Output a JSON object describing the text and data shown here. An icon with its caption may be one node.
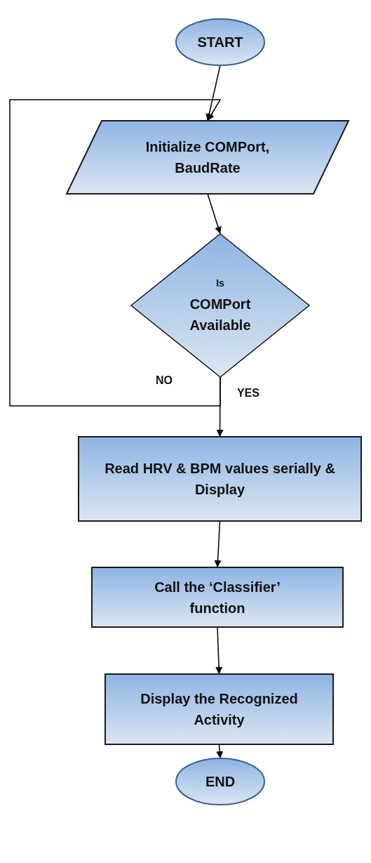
{
  "diagram": {
    "nodes": [
      {
        "text": [
          "START"
        ]
      },
      {
        "text": [
          "Initialize COMPort, BaudRate"
        ]
      },
      {
        "text": [
          "Is",
          "COMPort Available"
        ]
      },
      {
        "text": [
          "Read HRV & BPM values serially & Display"
        ]
      },
      {
        "text": [
          "Call the ‘Classifier’ function"
        ]
      },
      {
        "text": [
          "Display the Recognized Activity"
        ]
      },
      {
        "text": [
          "END"
        ]
      }
    ],
    "edges": [
      {
        "from": 0,
        "to": 1,
        "arrow": "to"
      },
      {
        "from": 1,
        "to": 2,
        "arrow": "to"
      },
      {
        "from": 2,
        "to": 1,
        "arrow": "to",
        "label": "NO"
      },
      {
        "from": 2,
        "to": 3,
        "arrow": "to",
        "label": "YES"
      },
      {
        "from": 3,
        "to": 4,
        "arrow": "to"
      },
      {
        "from": 4,
        "to": 5,
        "arrow": "to"
      },
      {
        "from": 5,
        "to": 6,
        "arrow": "to"
      }
    ]
  }
}
